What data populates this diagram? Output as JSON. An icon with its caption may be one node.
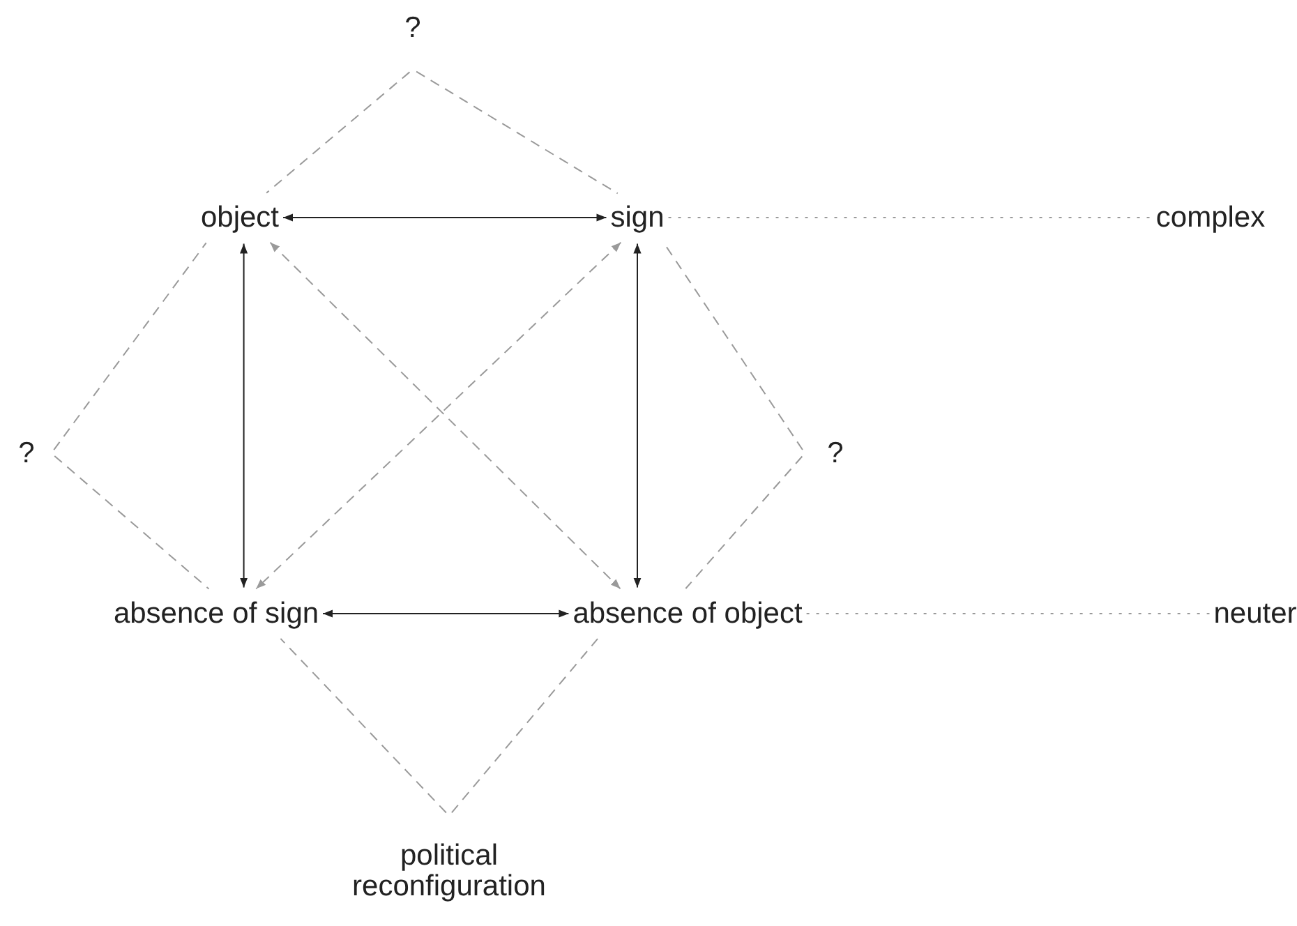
{
  "diagram": {
    "nodes": [
      {
        "text": [
          "?"
        ]
      },
      {
        "text": [
          "object"
        ]
      },
      {
        "text": [
          "sign"
        ]
      },
      {
        "text": [
          "complex"
        ]
      },
      {
        "text": [
          "?"
        ]
      },
      {
        "text": [
          "?"
        ]
      },
      {
        "text": [
          "absence of sign"
        ]
      },
      {
        "text": [
          "absence of object"
        ]
      },
      {
        "text": [
          "neuter"
        ]
      },
      {
        "text": [
          "political reconfiguration"
        ]
      }
    ],
    "edges": [
      {
        "from": 1,
        "to": 2,
        "arrow": "both",
        "color": "#222222"
      },
      {
        "from": 1,
        "to": 6,
        "arrow": "both",
        "color": "#222222"
      },
      {
        "from": 2,
        "to": 7,
        "arrow": "both",
        "color": "#222222"
      },
      {
        "from": 6,
        "to": 7,
        "arrow": "both",
        "color": "#222222"
      },
      {
        "from": 1,
        "to": 7,
        "arrow": "both",
        "style": "dashed"
      },
      {
        "from": 2,
        "to": 6,
        "arrow": "both",
        "style": "dashed"
      },
      {
        "from": 0,
        "to": 1,
        "arrow": "none",
        "style": "dashed"
      },
      {
        "from": 0,
        "to": 2,
        "arrow": "none",
        "style": "dashed"
      },
      {
        "from": 4,
        "to": 1,
        "arrow": "none",
        "style": "dashed"
      },
      {
        "from": 4,
        "to": 6,
        "arrow": "none",
        "style": "dashed"
      },
      {
        "from": 5,
        "to": 2,
        "arrow": "none",
        "style": "dashed"
      },
      {
        "from": 5,
        "to": 7,
        "arrow": "none",
        "style": "dashed"
      },
      {
        "from": 9,
        "to": 6,
        "arrow": "none",
        "style": "dashed"
      },
      {
        "from": 9,
        "to": 7,
        "arrow": "none",
        "style": "dashed"
      },
      {
        "from": 2,
        "to": 3,
        "arrow": "none",
        "style": "dashed"
      },
      {
        "from": 7,
        "to": 8,
        "arrow": "none",
        "style": "dashed"
      }
    ]
  }
}
